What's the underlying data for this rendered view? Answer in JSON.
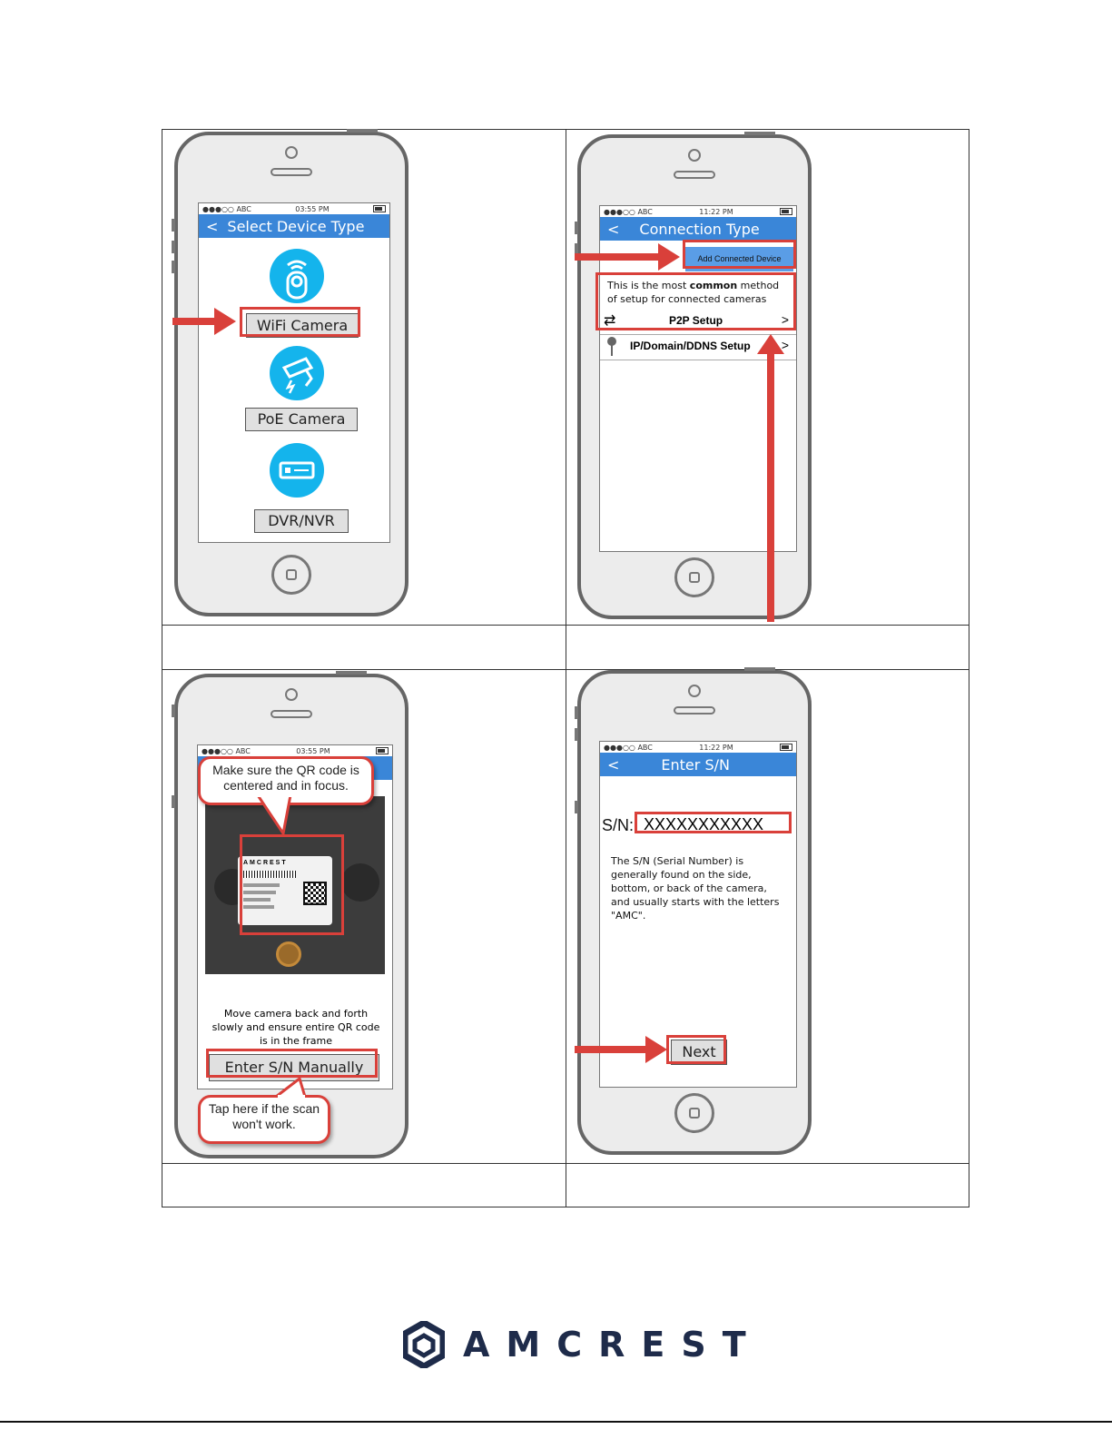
{
  "phone1": {
    "status_left": "●●●○○ ABC",
    "status_time": "03:55 PM",
    "nav_title": "Select Device Type",
    "wifi_label": "WiFi Camera",
    "poe_label": "PoE Camera",
    "dvr_label": "DVR/NVR"
  },
  "phone2": {
    "status_left": "●●●○○ ABC",
    "status_time": "11:22 PM",
    "nav_title": "Connection Type",
    "add_device_label": "Add Connected Device",
    "info_line1_pre": "This is the most ",
    "info_line1_bold": "common",
    "info_line1_post": " method",
    "info_line2": "of setup for connected cameras",
    "p2p_label": "P2P Setup",
    "ip_label": "IP/Domain/DDNS Setup"
  },
  "phone3": {
    "status_left": "●●●○○ ABC",
    "status_time": "03:55 PM",
    "bubble_top": "Make sure the QR code is centered and in focus.",
    "label_brand": "AMCREST",
    "instructions": "Move camera back and forth slowly and ensure entire QR code is in the frame",
    "enter_sn_label": "Enter S/N Manually",
    "bubble_bottom": "Tap here if the scan won't work."
  },
  "phone4": {
    "status_left": "●●●○○ ABC",
    "status_time": "11:22 PM",
    "nav_title": "Enter S/N",
    "sn_label": "S/N:",
    "sn_value": "XXXXXXXXXXX",
    "description": "The S/N (Serial Number) is generally found on the side, bottom, or back of the camera, and usually starts with the letters \"AMC\".",
    "next_label": "Next"
  },
  "footer": {
    "brand": "AMCREST"
  },
  "colors": {
    "accent_blue": "#3a86d8",
    "icon_cyan": "#14b4ec",
    "highlight_red": "#d9403a"
  }
}
